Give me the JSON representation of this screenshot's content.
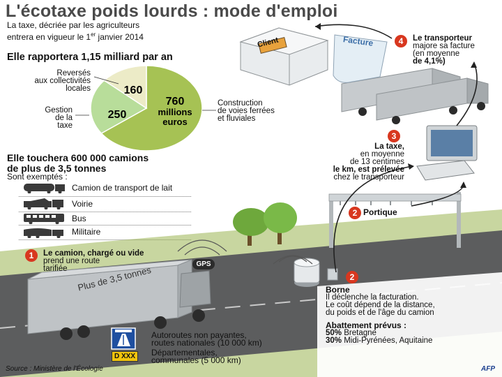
{
  "title": "L'écotaxe poids lourds : mode d'emploi",
  "intro": {
    "line1": "La taxe, décriée par les agriculteurs",
    "line2_prefix": "entrera en vigueur le 1",
    "line2_sup": "er",
    "line2_suffix": " janvier 2014"
  },
  "revenue_heading": "Elle rapportera 1,15 milliard par an",
  "chart_data": {
    "type": "pie",
    "unit": "millions euros",
    "slices": [
      {
        "label": "Construction de voies ferrées et fluviales",
        "value": 760,
        "value_label": "760",
        "sub_label_1": "millions",
        "sub_label_2": "euros",
        "color": "#a6c254"
      },
      {
        "label": "Gestion de la taxe",
        "value": 250,
        "value_label": "250",
        "color": "#b8dd9a"
      },
      {
        "label": "Reversés aux collectivités locales",
        "value": 160,
        "value_label": "160",
        "color": "#ecebc7"
      }
    ],
    "annotations": {
      "construction": [
        "Construction",
        "de voies ferrées",
        "et fluviales"
      ],
      "gestion": [
        "Gestion",
        "de la",
        "taxe"
      ],
      "reverses": [
        "Reversés",
        "aux collectivités",
        "locales"
      ]
    }
  },
  "trucks_heading": {
    "line1": "Elle touchera 600 000 camions",
    "line2": "de plus de 3,5 tonnes"
  },
  "exempt_heading": "Sont exemptés :",
  "exempt_items": [
    {
      "label": "Camion de transport de lait",
      "icon": "milk-truck-icon"
    },
    {
      "label": "Voirie",
      "icon": "road-works-truck-icon"
    },
    {
      "label": "Bus",
      "icon": "bus-icon"
    },
    {
      "label": "Militaire",
      "icon": "military-truck-icon"
    }
  ],
  "steps": {
    "s1": {
      "num": "1",
      "lines": [
        "Le camion, chargé ou vide",
        "prend une route",
        "tarifiée"
      ]
    },
    "gps": "GPS",
    "truck_side": "Plus de 3,5 tonnes",
    "s2_portique": {
      "num": "2",
      "label": "Portique"
    },
    "s2_borne": {
      "num": "2",
      "label": "Borne",
      "lines": [
        "Il déclenche la facturation.",
        "Le coût dépend de la distance,",
        "du poids et de l'âge du camion"
      ]
    },
    "s3": {
      "num": "3",
      "lines": [
        "La taxe,",
        "en moyenne",
        "de 13 centimes",
        "le km, est prélevée",
        "chez le transporteur"
      ],
      "bold_word_line1": "La taxe",
      "bold_fragment_line4": "est prélevée"
    },
    "s4": {
      "num": "4",
      "lines": [
        "Le transporteur",
        "majore sa facture",
        "(en moyenne",
        "de 4,1%)"
      ]
    },
    "client": "Client",
    "facture": "Facture"
  },
  "abattement": {
    "heading": "Abattement prévus :",
    "items": [
      {
        "pct": "50%",
        "region": " Bretagne"
      },
      {
        "pct": "30%",
        "region": " Midi-Pyrénées, Aquitaine"
      }
    ]
  },
  "road_legend": [
    {
      "lines": [
        "Autoroutes non payantes,",
        "routes nationales (10 000 km)"
      ],
      "icon": "motorway-sign-icon"
    },
    {
      "badge": "D XXX",
      "lines": [
        "Départementales,",
        "communales (5 000 km)"
      ],
      "icon": "departmental-road-sign"
    }
  ],
  "source": "Source : Ministère de l'Écologie",
  "credit": "AFP",
  "colors": {
    "accent_red": "#d8371f",
    "title_gray": "#4a4a4a",
    "road": "#5c5d5e",
    "truck": "#bfc3c6",
    "paper": "#e4eef5",
    "grass": "#9ab552",
    "sign_blue": "#1f4fa0",
    "sign_yellow": "#f2c40c"
  }
}
